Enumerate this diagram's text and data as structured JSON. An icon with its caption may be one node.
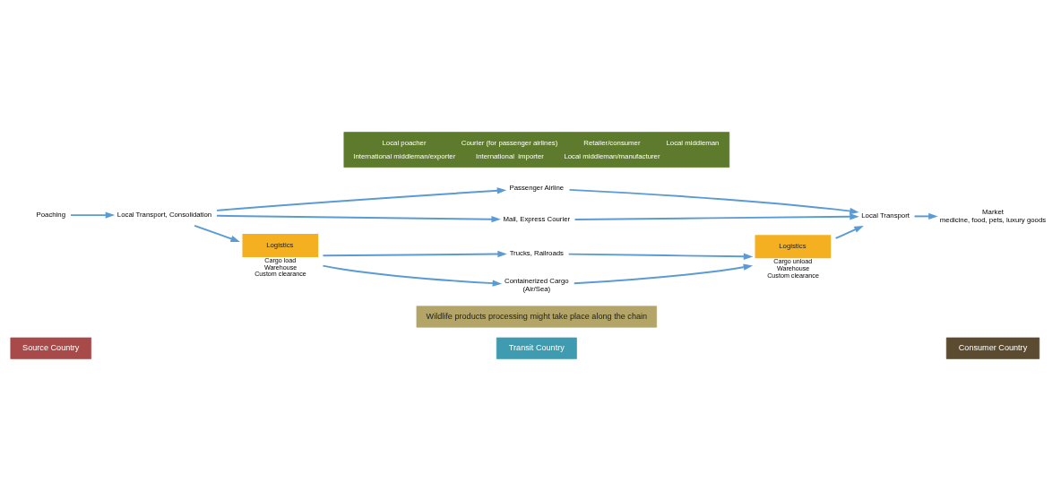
{
  "diagram": {
    "nodes": [
      {
        "text": [
          "Source Country"
        ]
      },
      {
        "text": [
          "Transit Country"
        ]
      },
      {
        "text": [
          "Consumer Country"
        ]
      },
      {
        "text": [
          "Wildlife products processing might take place along the chain"
        ]
      },
      {
        "text": [
          "Poaching"
        ]
      },
      {
        "text": [
          "Local Transport, Consolidation"
        ]
      },
      {
        "text": [
          "Passenger Airline"
        ]
      },
      {
        "text": [
          "Mail, Express Courier"
        ]
      },
      {
        "text": [
          "Logistics"
        ],
        "beside": [
          "Cargo load",
          "Warehouse",
          "Custom clearance"
        ]
      },
      {
        "text": [
          "Trucks, Railroads"
        ]
      },
      {
        "text": [
          "Containerized Cargo",
          "(Air/Sea)"
        ]
      },
      {
        "text": [
          "Logistics"
        ],
        "beside": [
          "Cargo unload",
          "Warehouse",
          "Custom clearance"
        ]
      },
      {
        "text": [
          "Local Transport"
        ]
      },
      {
        "text": [
          "Market",
          "medicine, food, pets, luxury goods"
        ]
      },
      {
        "text": [
          "Local poacher",
          "Courier (for passenger airlines)",
          "Retailer/consumer",
          "Local middleman",
          "International middleman/exporter",
          "International  importer",
          "Local middleman/manufacturer"
        ]
      }
    ],
    "edges": [
      {
        "from": 4,
        "to": 5,
        "arrow": "to"
      },
      {
        "from": 5,
        "to": 6,
        "arrow": "to"
      },
      {
        "from": 5,
        "to": 7,
        "arrow": "to"
      },
      {
        "from": 5,
        "to": 8,
        "arrow": "to"
      },
      {
        "from": 8,
        "to": 9,
        "arrow": "to"
      },
      {
        "from": 8,
        "to": 10,
        "arrow": "to"
      },
      {
        "from": 6,
        "to": 12,
        "arrow": "to"
      },
      {
        "from": 7,
        "to": 12,
        "arrow": "to"
      },
      {
        "from": 9,
        "to": 11,
        "arrow": "to"
      },
      {
        "from": 10,
        "to": 11,
        "arrow": "to"
      },
      {
        "from": 11,
        "to": 12,
        "arrow": "to"
      },
      {
        "from": 12,
        "to": 13,
        "arrow": "to"
      }
    ]
  }
}
